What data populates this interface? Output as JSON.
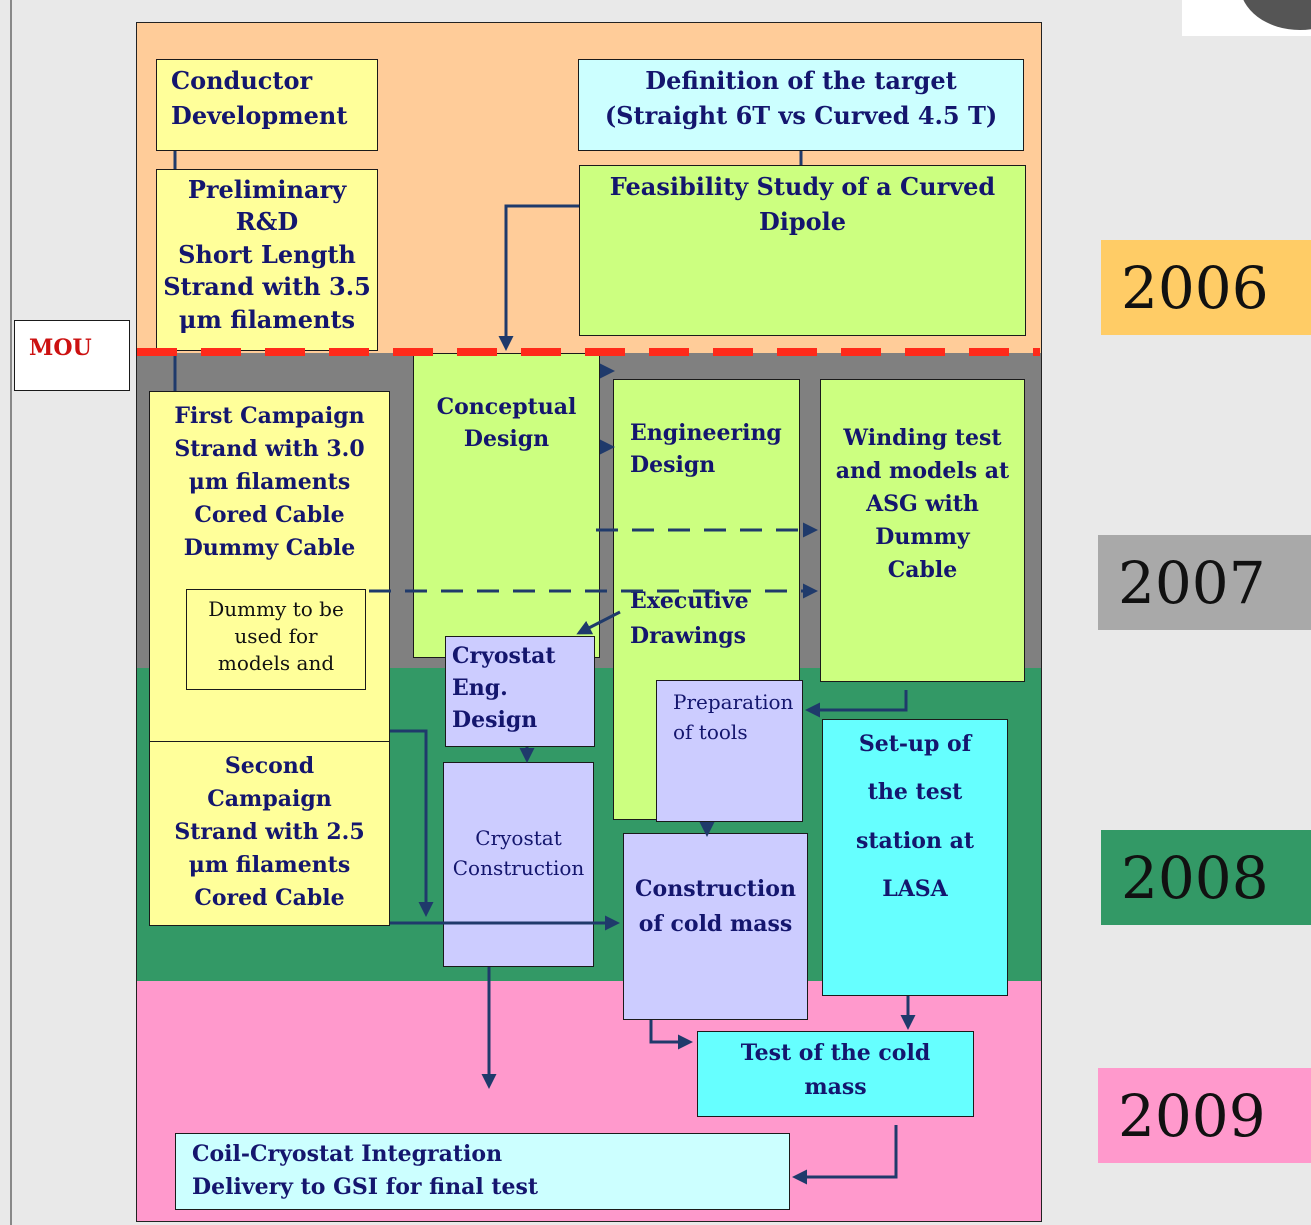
{
  "colors": {
    "band_2006": "#ffcc99",
    "band_2007": "#808080",
    "band_2008": "#339966",
    "band_2009": "#ff99cc",
    "arrow": "#1f3a6b",
    "mou_line": "#ff2a1a"
  },
  "mou_label": "MOU",
  "years": {
    "y2006": "2006",
    "y2007": "2007",
    "y2008": "2008",
    "y2009": "2009"
  },
  "boxes": {
    "conductor_development": "Conductor\nDevelopment",
    "definition_target": "Definition of the target\n(Straight 6T vs Curved 4.5 T)",
    "preliminary_rd": "Preliminary\nR&D\nShort Length\nStrand with 3.5\nμm filaments",
    "feasibility_study": "Feasibility Study of a Curved\nDipole",
    "first_campaign": "First Campaign\nStrand with 3.0\nμm filaments\nCored Cable\nDummy Cable",
    "dummy_note": "Dummy to be\nused for\nmodels and",
    "conceptual_design": "Conceptual\nDesign",
    "engineering_design": "Engineering\nDesign",
    "executive_drawings": "Executive\nDrawings",
    "winding_test": "Winding test\nand models at\nASG with\nDummy\nCable",
    "cryostat_eng_design": "Cryostat\nEng. Design",
    "preparation_tools": "Preparation\nof tools",
    "second_campaign": "Second\nCampaign\nStrand with 2.5\nμm filaments\nCored Cable",
    "cryostat_construction": "Cryostat\nConstruction",
    "construction_cold_mass": "Construction\nof cold mass",
    "setup_test_station": "Set-up of\nthe test\nstation at\nLASA",
    "test_cold_mass": "Test of the cold\nmass",
    "coil_cryostat_integration": "Coil-Cryostat Integration\nDelivery to GSI for final test"
  }
}
